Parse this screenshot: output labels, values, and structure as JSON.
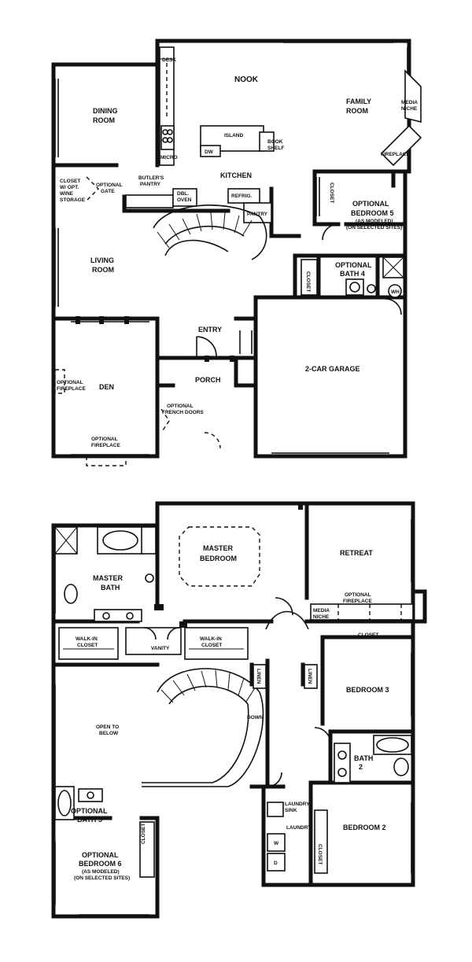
{
  "first_floor": {
    "desk": "DESK",
    "nook": "NOOK",
    "family_room_1": "FAMILY",
    "family_room_2": "ROOM",
    "media_niche_1": "MEDIA",
    "media_niche_2": "NICHE",
    "fireplace": "FIREPLACE",
    "dining_1": "DINING",
    "dining_2": "ROOM",
    "micro": "MICRO",
    "island": "ISLAND",
    "dw": "DW",
    "book_shelf_1": "BOOK",
    "book_shelf_2": "SHELF",
    "kitchen": "KITCHEN",
    "closet_wine_1": "CLOSET",
    "closet_wine_2": "W/ OPT.",
    "closet_wine_3": "WINE",
    "closet_wine_4": "STORAGE",
    "opt_gate_1": "OPTIONAL",
    "opt_gate_2": "GATE",
    "butlers_1": "BUTLER'S",
    "butlers_2": "PANTRY",
    "dbl_oven_1": "DBL.",
    "dbl_oven_2": "OVEN",
    "refrig": "REFRIG.",
    "pantry": "PANTRY",
    "closet_bed5": "CLOSET",
    "opt_bed5_1": "OPTIONAL",
    "opt_bed5_2": "BEDROOM 5",
    "opt_bed5_3": "(AS MODELED)",
    "opt_bed5_4": "(ON SELECTED SITES)",
    "living_1": "LIVING",
    "living_2": "ROOM",
    "closet_hall": "CLOSET",
    "opt_bath4_1": "OPTIONAL",
    "opt_bath4_2": "BATH 4",
    "wh": "WH",
    "entry": "ENTRY",
    "den": "DEN",
    "opt_fireplace_1": "OPTIONAL",
    "opt_fireplace_2": "FIREPLACE",
    "porch": "PORCH",
    "garage": "2-CAR GARAGE",
    "opt_french_1": "OPTIONAL",
    "opt_french_2": "FRENCH DOORS",
    "opt_fireplace_den_1": "OPTIONAL",
    "opt_fireplace_den_2": "FIREPLACE"
  },
  "second_floor": {
    "master_bed_1": "MASTER",
    "master_bed_2": "BEDROOM",
    "retreat": "RETREAT",
    "master_bath_1": "MASTER",
    "master_bath_2": "BATH",
    "media_niche_1": "MEDIA",
    "media_niche_2": "NICHE",
    "opt_fireplace_1": "OPTIONAL",
    "opt_fireplace_2": "FIREPLACE",
    "walkin_left_1": "WALK-IN",
    "walkin_left_2": "CLOSET",
    "vanity": "VANITY",
    "walkin_right_1": "WALK-IN",
    "walkin_right_2": "CLOSET",
    "closet_bed3": "CLOSET",
    "linen_left": "LINEN",
    "linen_right": "LINEN",
    "bedroom3": "BEDROOM 3",
    "open_below_1": "OPEN TO",
    "open_below_2": "BELOW",
    "down": "DOWN",
    "bath2_1": "BATH",
    "bath2_2": "2",
    "opt_bath5_1": "OPTIONAL",
    "opt_bath5_2": "BATH 5",
    "laundry_sink_1": "LAUNDRY",
    "laundry_sink_2": "SINK",
    "laundry": "LAUNDRY",
    "bedroom2": "BEDROOM 2",
    "w": "W",
    "d": "D",
    "closet_bed2": "CLOSET",
    "closet_bed6": "CLOSET",
    "opt_bed6_1": "OPTIONAL",
    "opt_bed6_2": "BEDROOM 6",
    "opt_bed6_3": "(AS MODELED)",
    "opt_bed6_4": "(ON SELECTED SITES)"
  }
}
